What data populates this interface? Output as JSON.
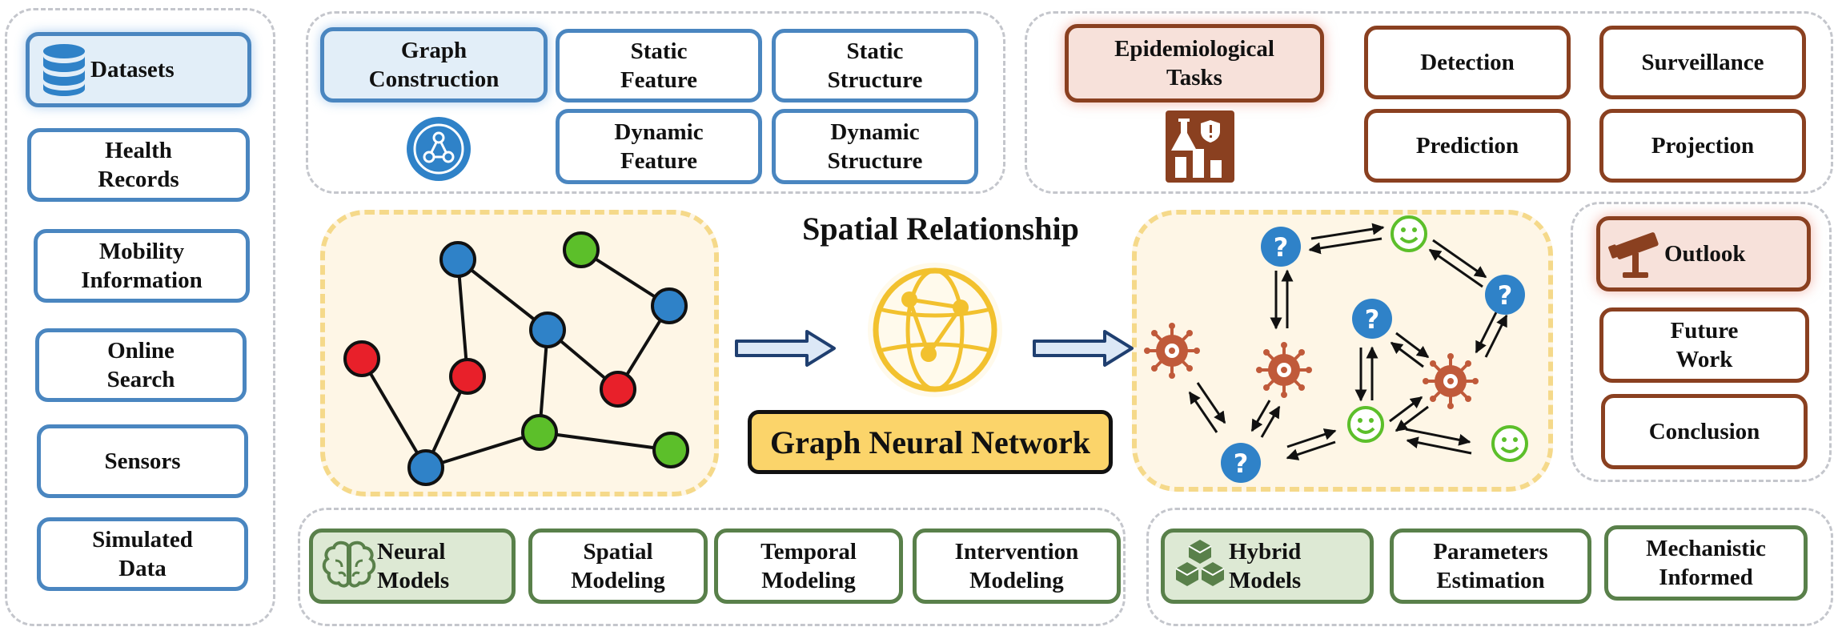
{
  "datasets": {
    "header": "Datasets",
    "items": [
      "Health\nRecords",
      "Mobility\nInformation",
      "Online\nSearch",
      "Sensors",
      "Simulated\nData"
    ]
  },
  "graph_construction": {
    "header": "Graph\nConstruction",
    "items": [
      "Static\nFeature",
      "Static\nStructure",
      "Dynamic\nFeature",
      "Dynamic\nStructure"
    ]
  },
  "epidemiological_tasks": {
    "header": "Epidemiological\nTasks",
    "items": [
      "Detection",
      "Surveillance",
      "Prediction",
      "Projection"
    ]
  },
  "center": {
    "title": "Spatial Relationship",
    "gnn_label": "Graph Neural Network"
  },
  "outlook": {
    "header": "Outlook",
    "items": [
      "Future\nWork",
      "Conclusion"
    ]
  },
  "neural_models": {
    "header": "Neural\nModels",
    "items": [
      "Spatial\nModeling",
      "Temporal\nModeling",
      "Intervention\nModeling"
    ]
  },
  "hybrid_models": {
    "header": "Hybrid\nModels",
    "items": [
      "Parameters\nEstimation",
      "Mechanistic\nInformed"
    ]
  },
  "colors": {
    "blue_border": "#4a86c0",
    "brown_border": "#8a4020",
    "green_border": "#59804a",
    "node_red": "#e8202a",
    "node_blue": "#2f82c8",
    "node_green": "#5cbf2a",
    "virus": "#c05a3a",
    "gnn_fill": "#fbd46a"
  },
  "icons": [
    "database-icon",
    "graph-network-icon",
    "lab-chart-shield-icon",
    "telescope-icon",
    "brain-icon",
    "cubes-icon",
    "globe-network-icon",
    "question-icon",
    "smile-icon",
    "virus-icon"
  ]
}
